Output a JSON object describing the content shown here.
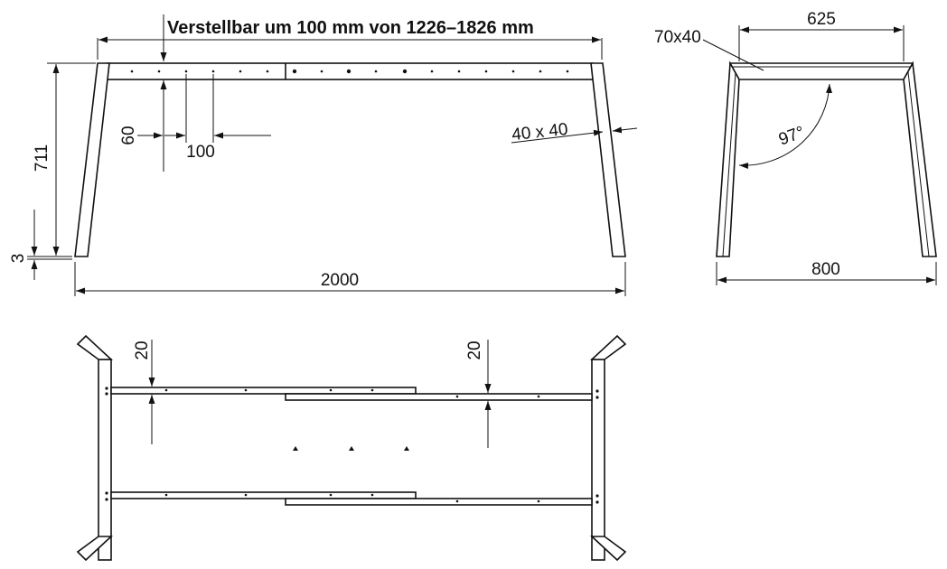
{
  "front_view": {
    "adjust_note": "Verstellbar um 100 mm von 1226–1826 mm",
    "height": "711",
    "foot_height": "3",
    "total_width": "2000",
    "hole_offset": "60",
    "hole_spacing": "100",
    "leg_profile": "40 x 40"
  },
  "side_view": {
    "top_width": "625",
    "bottom_width": "800",
    "frame_profile": "70x40",
    "angle": "97°"
  },
  "top_view": {
    "left_offset": "20",
    "right_offset": "20"
  }
}
